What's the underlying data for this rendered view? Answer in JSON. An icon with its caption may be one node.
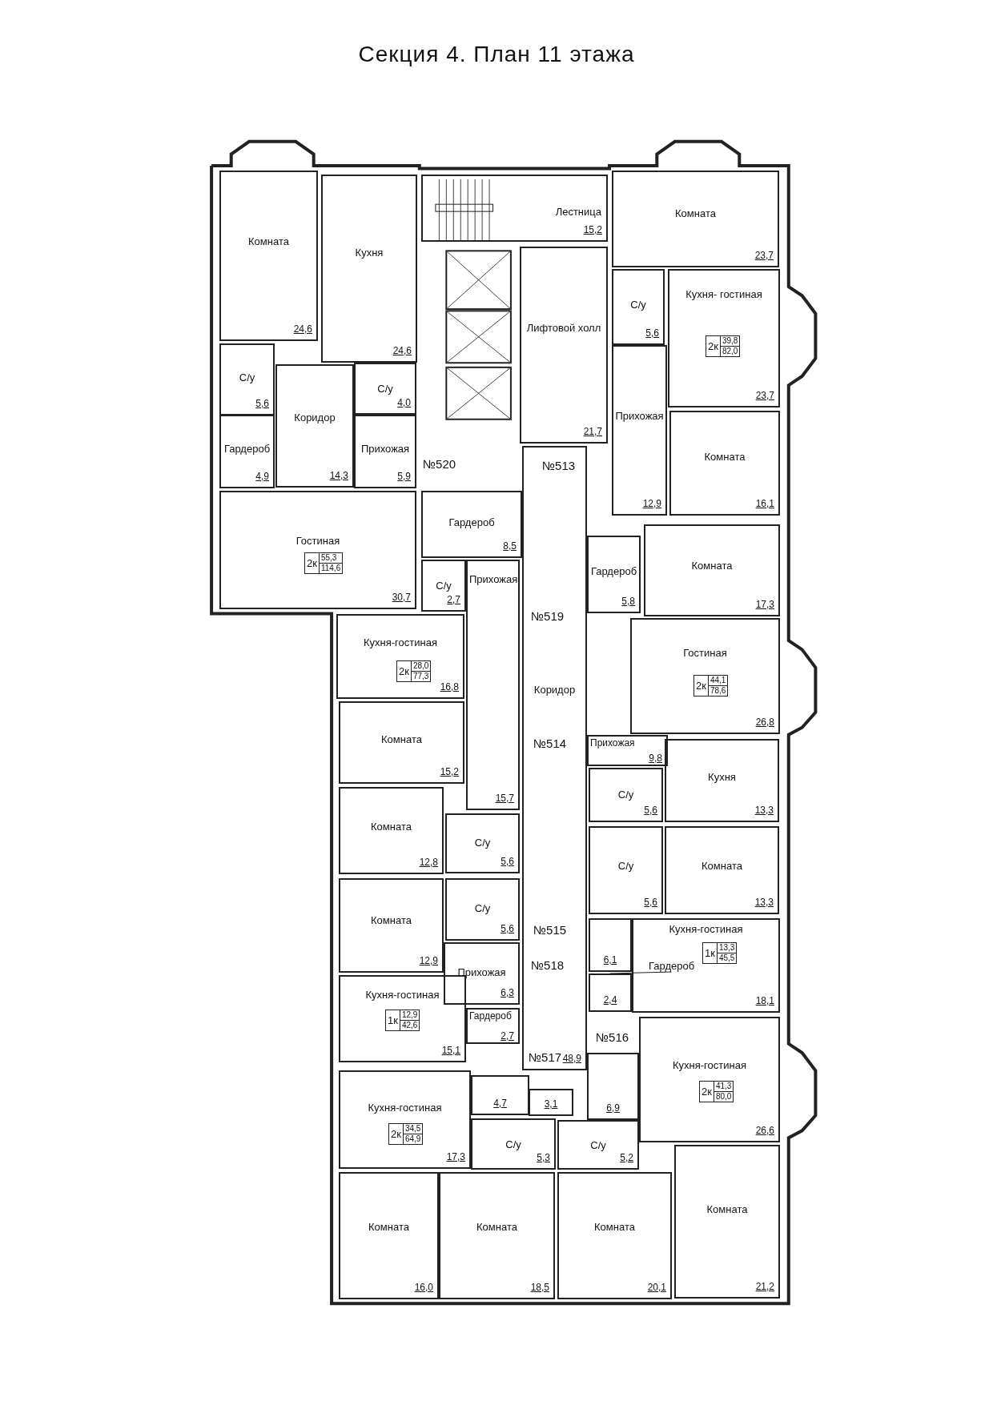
{
  "diagram": {
    "title": "Секция 4. План 11 этажа",
    "nodes": [
      {
        "text": [
          "Комната",
          "24,6"
        ]
      },
      {
        "text": [
          "Кухня",
          "24,6"
        ]
      },
      {
        "text": [
          "Лестница",
          "15,2"
        ]
      },
      {
        "text": [
          "Комната",
          "23,7"
        ]
      },
      {
        "text": [
          "С/у",
          "5,6"
        ]
      },
      {
        "text": [
          "Коридор",
          "14,3"
        ]
      },
      {
        "text": [
          "С/у",
          "4,0"
        ]
      },
      {
        "text": [
          "Лифтовой холл",
          "21,7"
        ]
      },
      {
        "text": [
          "С/у",
          "5,6"
        ]
      },
      {
        "text": [
          "Кухня- гостиная",
          "23,7"
        ]
      },
      {
        "text": [
          "2к",
          "39,8",
          "82,0"
        ],
        "in": 9
      },
      {
        "text": [
          "Гардероб",
          "4,9"
        ]
      },
      {
        "text": [
          "Прихожая",
          "5,9"
        ]
      },
      {
        "text": [
          "Прихожая",
          "12,9"
        ]
      },
      {
        "text": [
          "Комната",
          "16,1"
        ]
      },
      {
        "text": [
          "Гостиная",
          "30,7"
        ]
      },
      {
        "text": [
          "2к",
          "55,3",
          "114,6"
        ],
        "in": 15
      },
      {
        "text": [
          "Гардероб",
          "8,5"
        ]
      },
      {
        "text": [
          "Коридор",
          "48,9"
        ]
      },
      {
        "text": [
          "Гардероб",
          "5,8"
        ]
      },
      {
        "text": [
          "Комната",
          "17,3"
        ]
      },
      {
        "text": [
          "С/у",
          "2,7"
        ]
      },
      {
        "text": [
          "Прихожая",
          "15,7"
        ]
      },
      {
        "text": [
          "Кухня-гостиная",
          "16,8"
        ]
      },
      {
        "text": [
          "2к",
          "28,0",
          "77,3"
        ],
        "in": 23
      },
      {
        "text": [
          "Гостиная",
          "26,8"
        ]
      },
      {
        "text": [
          "2к",
          "44,1",
          "78,6"
        ],
        "in": 25
      },
      {
        "text": [
          "Комната",
          "15,2"
        ]
      },
      {
        "text": [
          "Прихожая",
          "9,8"
        ]
      },
      {
        "text": [
          "С/у",
          "5,6"
        ]
      },
      {
        "text": [
          "Кухня",
          "13,3"
        ]
      },
      {
        "text": [
          "Комната",
          "12,8"
        ]
      },
      {
        "text": [
          "С/у",
          "5,6"
        ]
      },
      {
        "text": [
          "С/у",
          "5,6"
        ]
      },
      {
        "text": [
          "Комната",
          "13,3"
        ]
      },
      {
        "text": [
          "Комната",
          "12,9"
        ]
      },
      {
        "text": [
          "С/у",
          "5,6"
        ]
      },
      {
        "text": [
          "6,1"
        ]
      },
      {
        "text": [
          "Кухня-гостиная",
          "18,1"
        ]
      },
      {
        "text": [
          "1к",
          "13,3",
          "45,5"
        ],
        "in": 38
      },
      {
        "text": [
          "Гардероб"
        ],
        "in": 38
      },
      {
        "text": [
          "2,4"
        ]
      },
      {
        "text": [
          "Прихожая",
          "6,3"
        ]
      },
      {
        "text": [
          "Кухня-гостиная",
          "15,1"
        ]
      },
      {
        "text": [
          "1к",
          "12,9",
          "42,6"
        ],
        "in": 43
      },
      {
        "text": [
          "Гардероб",
          "2,7"
        ]
      },
      {
        "text": [
          "Кухня-гостиная",
          "26,6"
        ]
      },
      {
        "text": [
          "2к",
          "41,3",
          "80,0"
        ],
        "in": 46
      },
      {
        "text": [
          "6,9"
        ]
      },
      {
        "text": [
          "Кухня-гостиная",
          "17,3"
        ]
      },
      {
        "text": [
          "2к",
          "34,5",
          "64,9"
        ],
        "in": 49
      },
      {
        "text": [
          "4,7"
        ]
      },
      {
        "text": [
          "3,1"
        ]
      },
      {
        "text": [
          "С/у",
          "5,3"
        ]
      },
      {
        "text": [
          "С/у",
          "5,2"
        ]
      },
      {
        "text": [
          "Комната",
          "16,0"
        ]
      },
      {
        "text": [
          "Комната",
          "18,5"
        ]
      },
      {
        "text": [
          "Комната",
          "20,1"
        ]
      },
      {
        "text": [
          "Комната",
          "21,2"
        ]
      }
    ],
    "edges": [
      {
        "from": 40,
        "to": 41,
        "arrow": "none"
      }
    ],
    "labels": [
      "№520",
      "№513",
      "№519",
      "№514",
      "№515",
      "№518",
      "№516",
      "№517"
    ]
  }
}
